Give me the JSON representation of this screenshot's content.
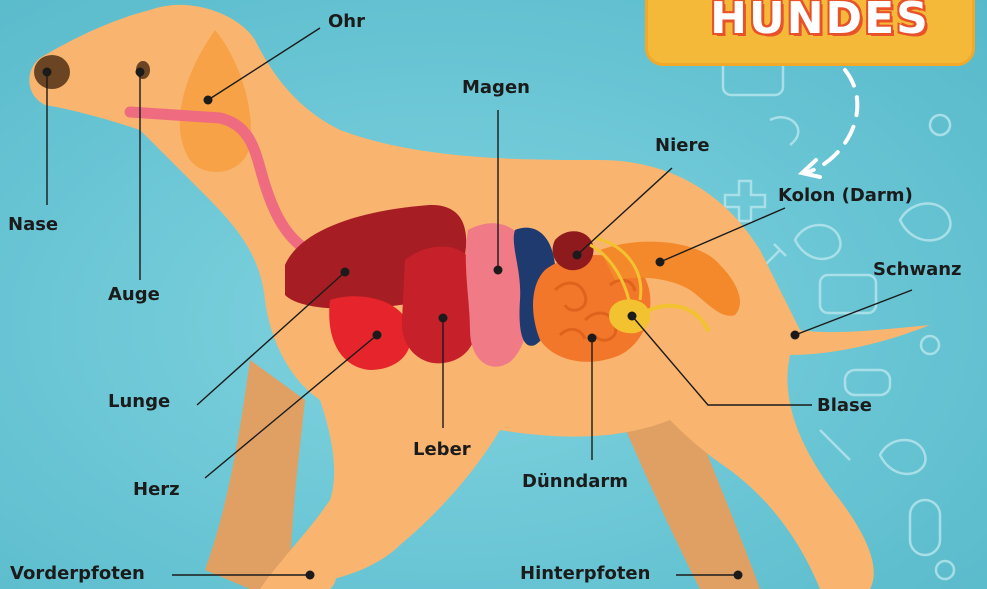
{
  "title": "HUNDES",
  "labels": {
    "ohr": "Ohr",
    "nase": "Nase",
    "auge": "Auge",
    "magen": "Magen",
    "niere": "Niere",
    "kolon": "Kolon (Darm)",
    "schwanz": "Schwanz",
    "lunge": "Lunge",
    "herz": "Herz",
    "leber": "Leber",
    "duenndarm": "Dünndarm",
    "blase": "Blase",
    "vorderpfoten": "Vorderpfoten",
    "hinterpfoten": "Hinterpfoten"
  },
  "colors": {
    "background": "#69c5d4",
    "dog_body": "#f9b56f",
    "dog_shadow": "#e0a064",
    "ear": "#f7a247",
    "nose": "#6b4423",
    "lung": "#a71d24",
    "heart": "#e5242b",
    "liver": "#c6202a",
    "stomach": "#f07a86",
    "spleen": "#1f3a6e",
    "intestine": "#f2772a",
    "colon": "#f4892c",
    "bladder": "#f2c230",
    "kidney": "#8e1a1e",
    "trachea": "#ee6b80",
    "title_box": "#f5b93a",
    "title_text": "#ffffff"
  }
}
